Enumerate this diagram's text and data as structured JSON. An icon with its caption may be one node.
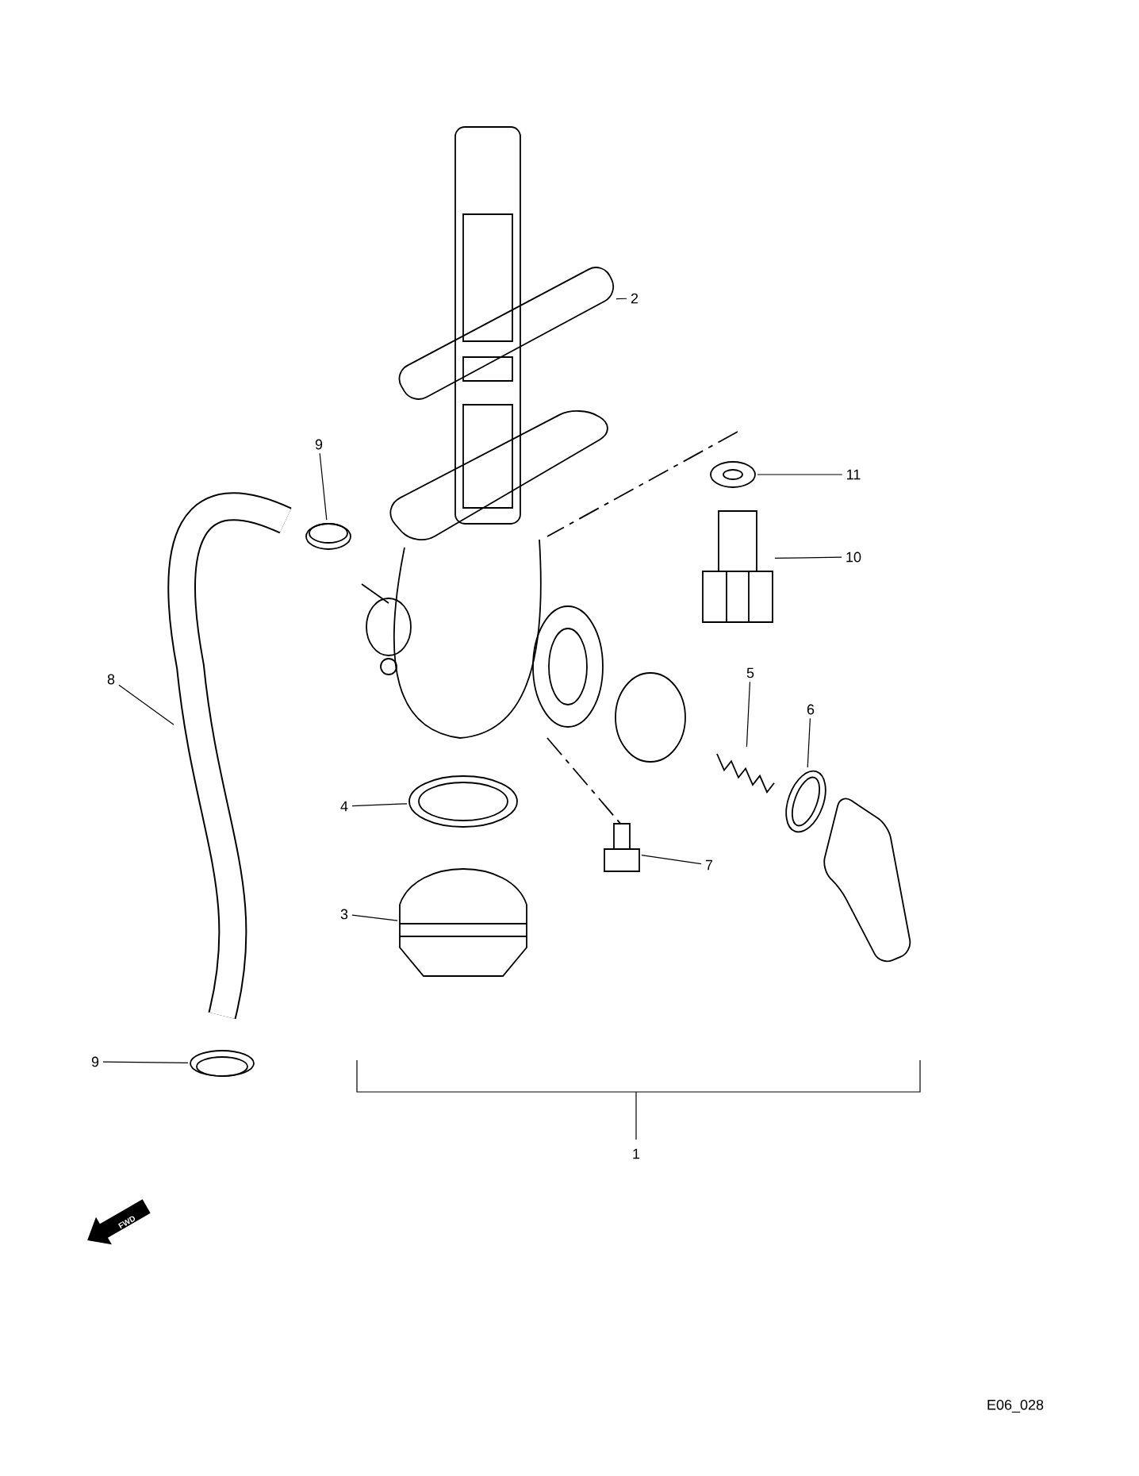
{
  "diagram": {
    "nodes": [
      {
        "text": [
          "2"
        ]
      },
      {
        "text": [
          "9"
        ]
      },
      {
        "text": [
          "11"
        ]
      },
      {
        "text": [
          "10"
        ]
      },
      {
        "text": [
          "8"
        ]
      },
      {
        "text": [
          "5"
        ]
      },
      {
        "text": [
          "6"
        ]
      },
      {
        "text": [
          "4"
        ]
      },
      {
        "text": [
          "7"
        ]
      },
      {
        "text": [
          "3"
        ]
      },
      {
        "text": [
          "9"
        ]
      },
      {
        "text": [],
        "shape": "picture"
      },
      {
        "text": [],
        "shape": "picture"
      },
      {
        "text": [],
        "shape": "picture"
      },
      {
        "text": [],
        "shape": "picture"
      },
      {
        "text": [],
        "shape": "picture"
      },
      {
        "text": [],
        "shape": "picture"
      },
      {
        "text": [],
        "shape": "picture"
      },
      {
        "text": [],
        "shape": "picture"
      },
      {
        "text": [],
        "shape": "picture"
      },
      {
        "text": [],
        "shape": "picture"
      },
      {
        "text": [],
        "shape": "picture"
      }
    ],
    "edges": [
      {
        "from": 0,
        "to": 11,
        "arrow": "none"
      },
      {
        "from": 1,
        "to": 12,
        "arrow": "none"
      },
      {
        "from": 2,
        "to": 13,
        "arrow": "none"
      },
      {
        "from": 3,
        "to": 14,
        "arrow": "none"
      },
      {
        "from": 4,
        "to": 15,
        "arrow": "none"
      },
      {
        "from": 5,
        "to": 16,
        "arrow": "none"
      },
      {
        "from": 6,
        "to": 17,
        "arrow": "none"
      },
      {
        "from": 7,
        "to": 18,
        "arrow": "none"
      },
      {
        "from": 8,
        "to": 19,
        "arrow": "none"
      },
      {
        "from": 9,
        "to": 20,
        "arrow": "none"
      },
      {
        "from": 10,
        "to": 21,
        "arrow": "none"
      }
    ],
    "labels": [
      "1",
      "FWD",
      "E06_028"
    ]
  }
}
